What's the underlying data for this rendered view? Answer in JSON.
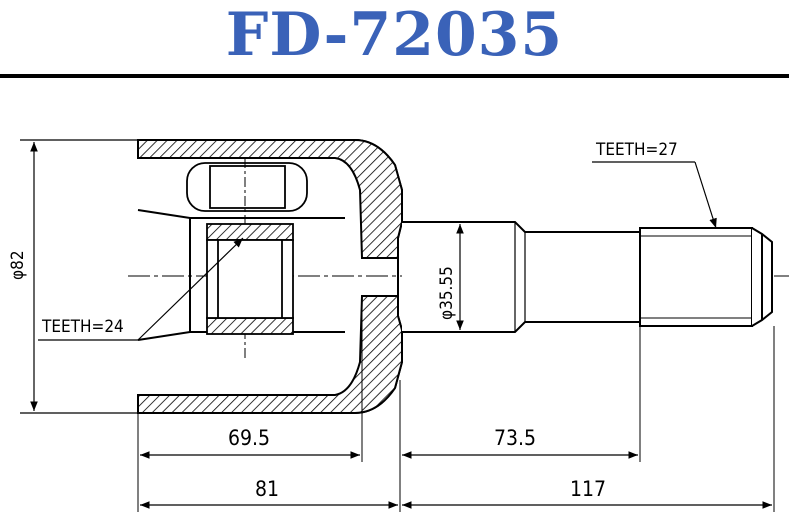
{
  "title": {
    "text": "FD-72035",
    "color": "#3a62b8"
  },
  "annotations": {
    "teeth_outer": "TEETH=27",
    "teeth_inner": "TEETH=24",
    "diameter_outer": "φ82",
    "diameter_shaft": "φ35.55"
  },
  "dimensions": {
    "inner_length": "69.5",
    "shaft_length": "73.5",
    "body_length": "81",
    "total_right": "117"
  }
}
